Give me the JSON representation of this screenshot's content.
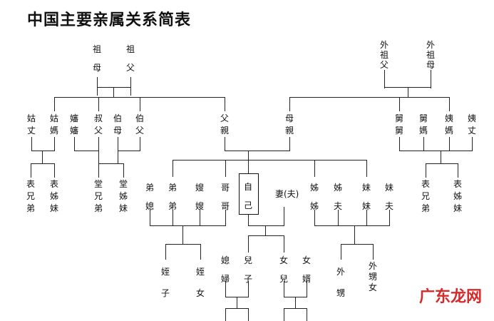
{
  "title": "中国主要亲属关系简表",
  "watermark": "广东龙网",
  "nodes": {
    "zumu": "祖母",
    "zufu": "祖父",
    "waizufu": "外祖父",
    "waizumu": "外祖母",
    "guzhang": "姑丈",
    "gumama": "姑媽",
    "shenshen": "嬸嬸",
    "shufu": "叔父",
    "bomu": "伯母",
    "bofu": "伯父",
    "fuqin": "父親",
    "muqin": "母親",
    "jiujiu": "舅舅",
    "jiuma": "舅媽",
    "yima": "姨媽",
    "yizhang": "姨丈",
    "biao_xiongdi_1": "表兄弟",
    "biao_jiemei_1": "表姊妹",
    "tang_xiongdi": "堂兄弟",
    "tang_jiemei": "堂姊妹",
    "dixi": "弟媳",
    "didi": "弟弟",
    "saosao": "嫂嫂",
    "gege": "哥哥",
    "ziji": "自己",
    "qi": "妻(夫)",
    "jiejie": "姊姊",
    "jiefu": "姊夫",
    "meimei": "妹妹",
    "meifu": "妹夫",
    "biao_xiongdi_2": "表兄弟",
    "biao_jiemei_2": "表姊妹",
    "zhizi": "姪子",
    "zhinu": "姪女",
    "xifu": "媳婦",
    "erzi": "兒子",
    "nuer": "女兒",
    "nuxu": "女婿",
    "waisheng": "外甥",
    "waishengnu": "外甥女"
  }
}
